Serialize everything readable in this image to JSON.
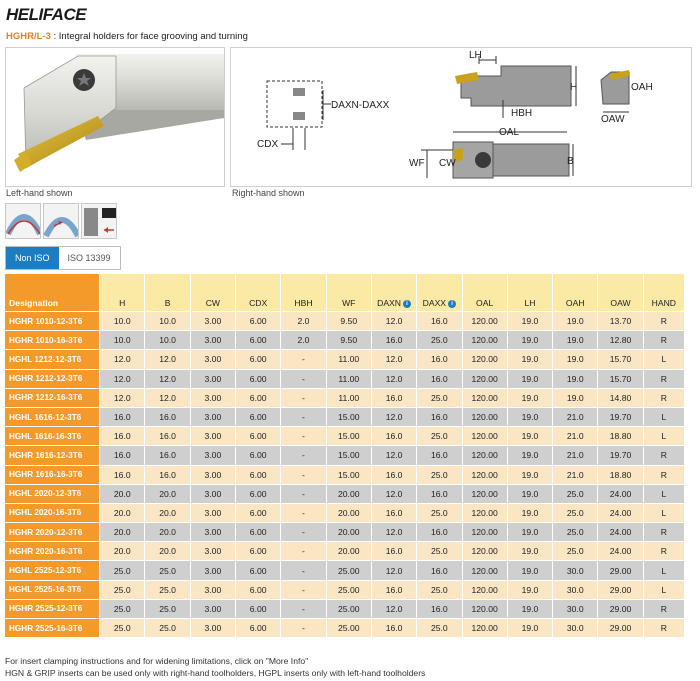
{
  "brand": "HELIFACE",
  "subtitle": {
    "code": "HGHR/L-3",
    "text": " : Integral holders for face grooving and turning"
  },
  "captions": {
    "left": "Left-hand shown",
    "right": "Right-hand shown"
  },
  "drawing_labels": {
    "daxn_daxx": "DAXN-DAXX",
    "cdx": "CDX",
    "lh": "LH",
    "h": "H",
    "hbh": "HBH",
    "oal": "OAL",
    "wf": "WF",
    "cw": "CW",
    "b": "B",
    "oah": "OAH",
    "oaw": "OAW"
  },
  "tabs": {
    "active": "Non ISO",
    "inactive": "ISO 13399"
  },
  "table": {
    "headers": [
      "Designation",
      "H",
      "B",
      "CW",
      "CDX",
      "HBH",
      "WF",
      "DAXN",
      "DAXX",
      "OAL",
      "LH",
      "OAH",
      "OAW",
      "HAND"
    ],
    "rows": [
      [
        "HGHR 1010-12-3T6",
        "10.0",
        "10.0",
        "3.00",
        "6.00",
        "2.0",
        "9.50",
        "12.0",
        "16.0",
        "120.00",
        "19.0",
        "19.0",
        "13.70",
        "R"
      ],
      [
        "HGHR 1010-16-3T6",
        "10.0",
        "10.0",
        "3.00",
        "6.00",
        "2.0",
        "9.50",
        "16.0",
        "25.0",
        "120.00",
        "19.0",
        "19.0",
        "12.80",
        "R"
      ],
      [
        "HGHL 1212-12-3T6",
        "12.0",
        "12.0",
        "3.00",
        "6.00",
        "-",
        "11.00",
        "12.0",
        "16.0",
        "120.00",
        "19.0",
        "19.0",
        "15.70",
        "L"
      ],
      [
        "HGHR 1212-12-3T6",
        "12.0",
        "12.0",
        "3.00",
        "6.00",
        "-",
        "11.00",
        "12.0",
        "16.0",
        "120.00",
        "19.0",
        "19.0",
        "15.70",
        "R"
      ],
      [
        "HGHR 1212-16-3T6",
        "12.0",
        "12.0",
        "3.00",
        "6.00",
        "-",
        "11.00",
        "16.0",
        "25.0",
        "120.00",
        "19.0",
        "19.0",
        "14.80",
        "R"
      ],
      [
        "HGHL 1616-12-3T6",
        "16.0",
        "16.0",
        "3.00",
        "6.00",
        "-",
        "15.00",
        "12.0",
        "16.0",
        "120.00",
        "19.0",
        "21.0",
        "19.70",
        "L"
      ],
      [
        "HGHL 1616-16-3T6",
        "16.0",
        "16.0",
        "3.00",
        "6.00",
        "-",
        "15.00",
        "16.0",
        "25.0",
        "120.00",
        "19.0",
        "21.0",
        "18.80",
        "L"
      ],
      [
        "HGHR 1616-12-3T6",
        "16.0",
        "16.0",
        "3.00",
        "6.00",
        "-",
        "15.00",
        "12.0",
        "16.0",
        "120.00",
        "19.0",
        "21.0",
        "19.70",
        "R"
      ],
      [
        "HGHR 1616-16-3T6",
        "16.0",
        "16.0",
        "3.00",
        "6.00",
        "-",
        "15.00",
        "16.0",
        "25.0",
        "120.00",
        "19.0",
        "21.0",
        "18.80",
        "R"
      ],
      [
        "HGHL 2020-12-3T6",
        "20.0",
        "20.0",
        "3.00",
        "6.00",
        "-",
        "20.00",
        "12.0",
        "16.0",
        "120.00",
        "19.0",
        "25.0",
        "24.00",
        "L"
      ],
      [
        "HGHL 2020-16-3T6",
        "20.0",
        "20.0",
        "3.00",
        "6.00",
        "-",
        "20.00",
        "16.0",
        "25.0",
        "120.00",
        "19.0",
        "25.0",
        "24.00",
        "L"
      ],
      [
        "HGHR 2020-12-3T6",
        "20.0",
        "20.0",
        "3.00",
        "6.00",
        "-",
        "20.00",
        "12.0",
        "16.0",
        "120.00",
        "19.0",
        "25.0",
        "24.00",
        "R"
      ],
      [
        "HGHR 2020-16-3T6",
        "20.0",
        "20.0",
        "3.00",
        "6.00",
        "-",
        "20.00",
        "16.0",
        "25.0",
        "120.00",
        "19.0",
        "25.0",
        "24.00",
        "R"
      ],
      [
        "HGHL 2525-12-3T6",
        "25.0",
        "25.0",
        "3.00",
        "6.00",
        "-",
        "25.00",
        "12.0",
        "16.0",
        "120.00",
        "19.0",
        "30.0",
        "29.00",
        "L"
      ],
      [
        "HGHL 2525-16-3T6",
        "25.0",
        "25.0",
        "3.00",
        "6.00",
        "-",
        "25.00",
        "16.0",
        "25.0",
        "120.00",
        "19.0",
        "30.0",
        "29.00",
        "L"
      ],
      [
        "HGHR 2525-12-3T6",
        "25.0",
        "25.0",
        "3.00",
        "6.00",
        "-",
        "25.00",
        "12.0",
        "16.0",
        "120.00",
        "19.0",
        "30.0",
        "29.00",
        "R"
      ],
      [
        "HGHR 2525-16-3T6",
        "25.0",
        "25.0",
        "3.00",
        "6.00",
        "-",
        "25.00",
        "16.0",
        "25.0",
        "120.00",
        "19.0",
        "30.0",
        "29.00",
        "R"
      ]
    ]
  },
  "footer": {
    "line1": "For insert clamping instructions and for widening limitations, click on \"More Info\"",
    "line2": "HGN & GRIP inserts can be used only with right-hand toolholders, HGPL inserts only with left-hand toolholders"
  },
  "colors": {
    "accent": "#f49a2a",
    "blue": "#1d7dc3",
    "insert_gold": "#c8a21c"
  }
}
